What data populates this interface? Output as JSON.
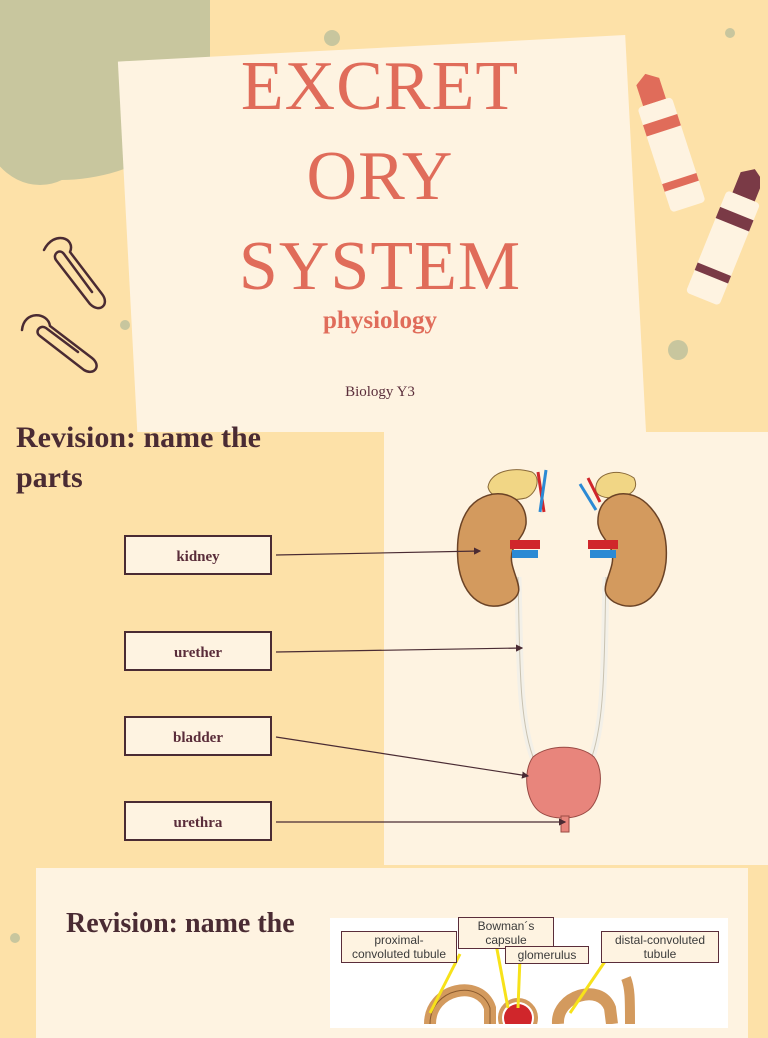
{
  "slide1": {
    "title": "EXCRET\nORY\nSYSTEM",
    "subtitle": "physiology",
    "credit": "Biology Y3"
  },
  "slide2": {
    "heading": "Revision: name the\nparts",
    "labels": [
      "kidney",
      "urether",
      "bladder",
      "urethra"
    ]
  },
  "slide3": {
    "heading": "Revision: name the",
    "labels": {
      "proximal": "proximal-\nconvoluted tubule",
      "bowman": "Bowman´s\ncapsule",
      "glomerulus": "glomerulus",
      "distal": "distal-convoluted\ntubule"
    }
  },
  "colors": {
    "background": "#fde1a8",
    "card": "#fef3e1",
    "accent": "#e06c5a",
    "dark": "#4a2b33",
    "olive": "#c8c69e"
  },
  "icons": [
    "paperclip-icon",
    "crayon-icon",
    "kidney-illustration",
    "bladder-illustration",
    "nephron-illustration"
  ]
}
